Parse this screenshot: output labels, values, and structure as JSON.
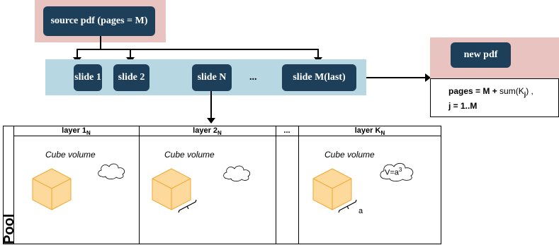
{
  "source_box": {
    "label": "source pdf (pages = M)"
  },
  "slides": [
    {
      "label": "slide 1"
    },
    {
      "label": "slide 2"
    },
    {
      "label": "slide N"
    },
    {
      "label": "slide M(last)"
    }
  ],
  "slides_ellipsis": "...",
  "new_pdf": {
    "label": "new pdf",
    "formula_line1_prefix": "pages = M + ",
    "formula_line1_func": "sum(K",
    "formula_line1_sub": "j",
    "formula_line1_suffix": ") ,",
    "formula_line2": "j = 1..M"
  },
  "pool": {
    "label": "Pool",
    "lanes": [
      {
        "title": "layer 1",
        "sub": "N",
        "caption": "Cube volume"
      },
      {
        "title": "layer 2",
        "sub": "N",
        "caption": "Cube volume"
      },
      {
        "title": "layer K",
        "sub": "N",
        "caption": "Cube volume"
      }
    ],
    "lanes_ellipsis": "...",
    "cloud_formula": "V=a",
    "cloud_exponent": "3",
    "edge_label": "a"
  },
  "colors": {
    "navy_box": "#1e3f5a",
    "pink_bg": "#e8c3c0",
    "slides_band": "#b7d7e3",
    "cube_fill": "#fdd99b",
    "cube_stroke": "#f0a830"
  }
}
